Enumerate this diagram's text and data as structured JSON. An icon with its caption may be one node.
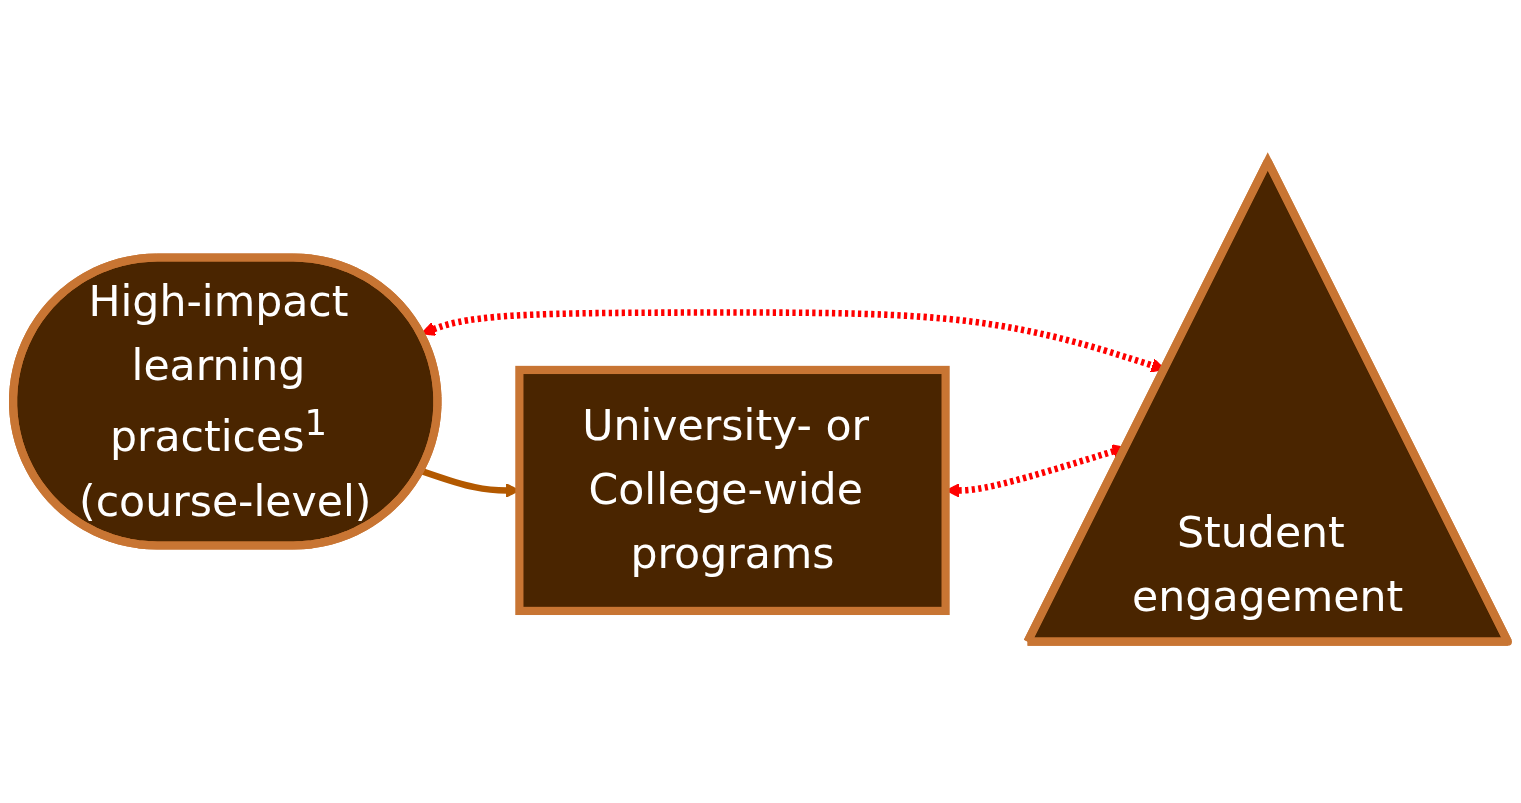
{
  "diagram": {
    "nodes": [
      {
        "text": [
          "High-impact learning practices$^{1}$ (course-level)"
        ]
      },
      {
        "text": [
          "University- or College-wide programs"
        ]
      },
      {
        "text": [
          "Student engagement"
        ]
      }
    ],
    "edges": [
      {
        "from": 0,
        "to": 1,
        "arrow": "to",
        "color": "#b35900"
      },
      {
        "from": 0,
        "to": 2,
        "arrow": "both",
        "style": "dashed",
        "color": "#ff0000"
      },
      {
        "from": 1,
        "to": 2,
        "arrow": "both",
        "style": "dashed",
        "color": "#ff0000"
      }
    ]
  }
}
